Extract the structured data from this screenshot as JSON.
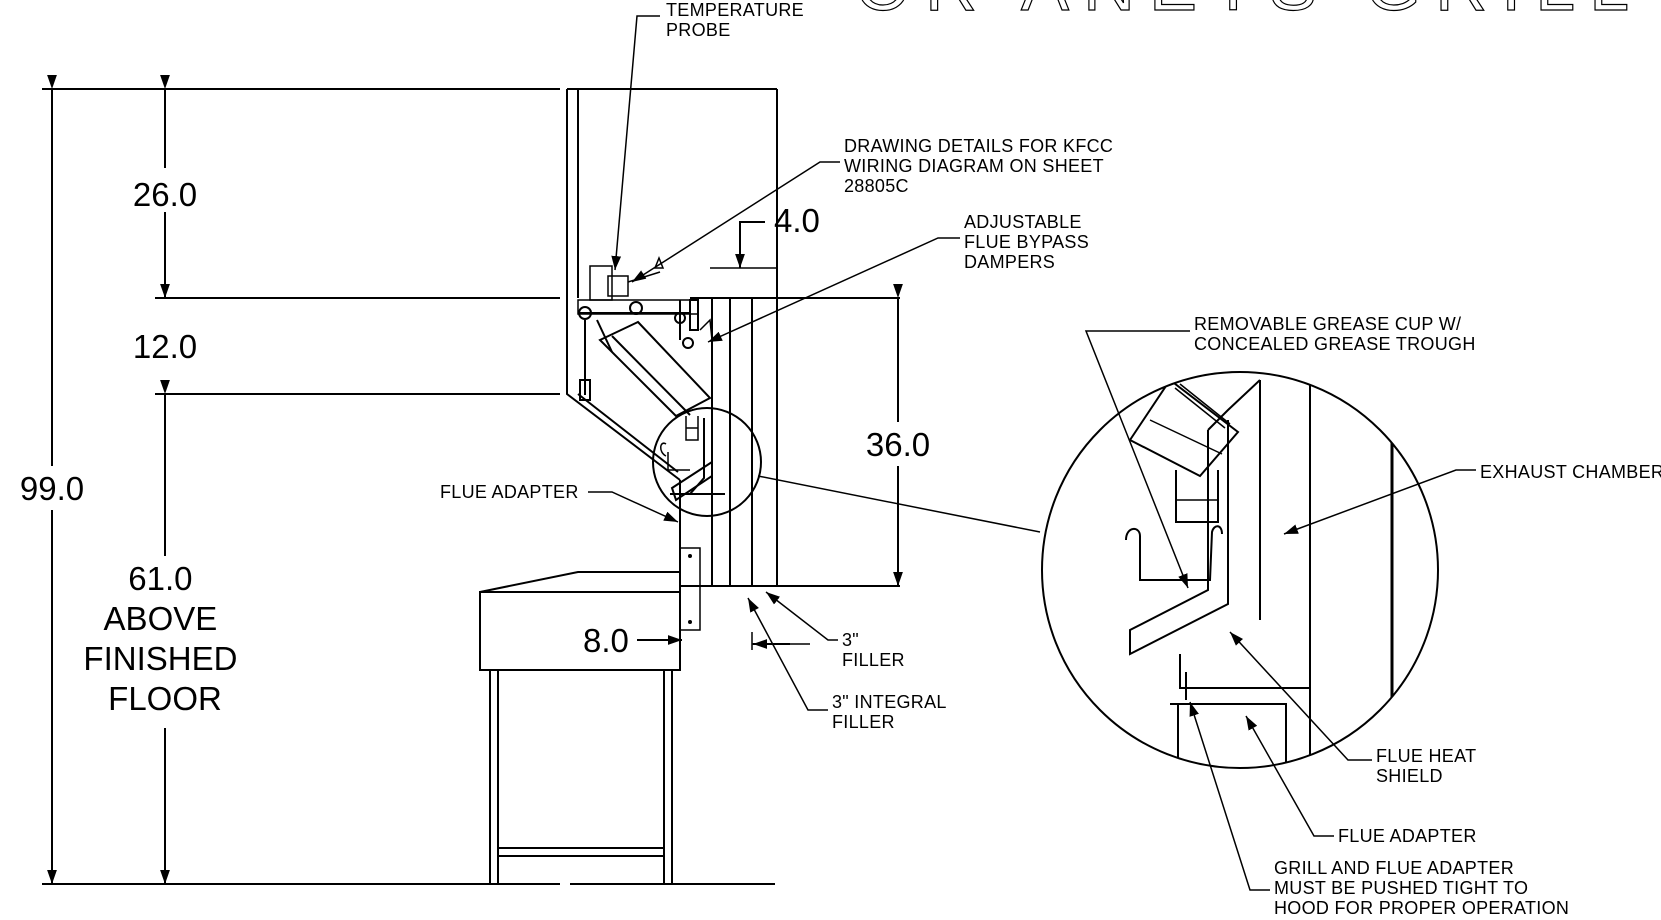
{
  "title": "OR ANETS GRILL",
  "dimensions": {
    "d26": "26.0",
    "d12": "12.0",
    "d99": "99.0",
    "d61": [
      "61.0",
      "ABOVE",
      "FINISHED",
      "FLOOR"
    ],
    "d36": "36.0",
    "d4": "4.0",
    "d8": "8.0"
  },
  "callouts": {
    "temperature_probe": [
      "TEMPERATURE",
      "PROBE"
    ],
    "drawing_details": [
      "DRAWING DETAILS FOR KFCC",
      "WIRING DIAGRAM ON SHEET",
      "28805C"
    ],
    "bypass_dampers": [
      "ADJUSTABLE",
      "FLUE BYPASS",
      "DAMPERS"
    ],
    "flue_adapter": "FLUE ADAPTER",
    "filler_3": [
      "3\"",
      "FILLER"
    ],
    "integral_filler": [
      "3\" INTEGRAL",
      "FILLER"
    ],
    "grease_cup": [
      "REMOVABLE GREASE CUP W/",
      "CONCEALED GREASE TROUGH"
    ],
    "exhaust_chamber": "EXHAUST CHAMBER",
    "heat_shield": [
      "FLUE HEAT",
      "SHIELD"
    ],
    "flue_adapter_detail": "FLUE ADAPTER",
    "push_tight": [
      "GRILL AND FLUE ADAPTER",
      "MUST BE PUSHED TIGHT TO",
      "HOOD FOR PROPER OPERATION"
    ]
  }
}
